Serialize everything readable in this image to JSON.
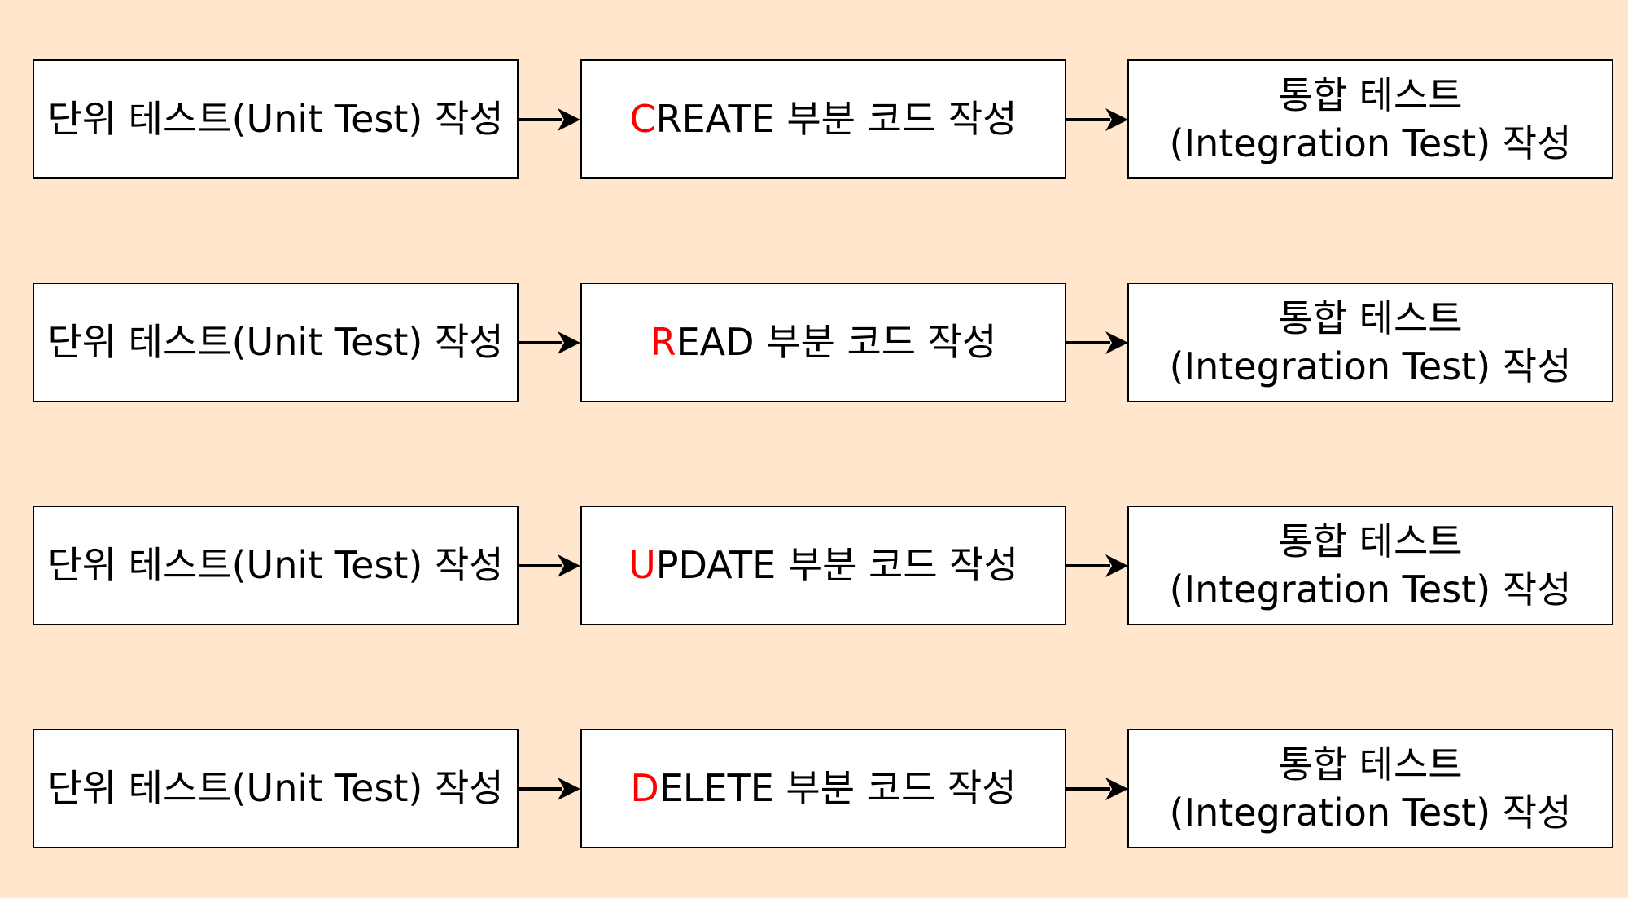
{
  "colors": {
    "background": "#FFE6CC",
    "box_fill": "#FFFFFF",
    "box_border": "#000000",
    "text": "#000000",
    "highlight": "#FF0000"
  },
  "rows": [
    {
      "unit_test": "단위 테스트(Unit Test) 작성",
      "code_first_letter": "C",
      "code_rest": "REATE 부분 코드 작성",
      "integration_line1": "통합 테스트",
      "integration_line2": "(Integration Test) 작성"
    },
    {
      "unit_test": "단위 테스트(Unit Test) 작성",
      "code_first_letter": "R",
      "code_rest": "EAD 부분 코드 작성",
      "integration_line1": "통합 테스트",
      "integration_line2": "(Integration Test) 작성"
    },
    {
      "unit_test": "단위 테스트(Unit Test) 작성",
      "code_first_letter": "U",
      "code_rest": "PDATE 부분 코드 작성",
      "integration_line1": "통합 테스트",
      "integration_line2": "(Integration Test) 작성"
    },
    {
      "unit_test": "단위 테스트(Unit Test) 작성",
      "code_first_letter": "D",
      "code_rest": "ELETE 부분 코드 작성",
      "integration_line1": "통합 테스트",
      "integration_line2": "(Integration Test) 작성"
    }
  ]
}
